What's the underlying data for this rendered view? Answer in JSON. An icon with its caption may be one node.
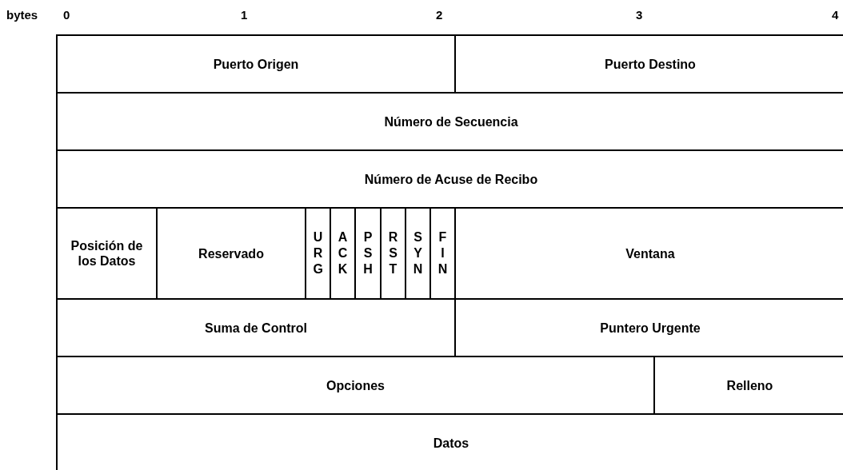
{
  "diagram": {
    "labels": [
      "bytes",
      "0",
      "1",
      "2",
      "3",
      "4",
      "Puerto Origen",
      "Puerto Destino",
      "Número de Secuencia",
      "Número de Acuse de Recibo",
      "Posición de los Datos",
      "Reservado",
      "URG",
      "ACK",
      "PSH",
      "RST",
      "SYN",
      "FIN",
      "Ventana",
      "Suma de Control",
      "Puntero Urgente",
      "Opciones",
      "Relleno",
      "Datos"
    ]
  }
}
